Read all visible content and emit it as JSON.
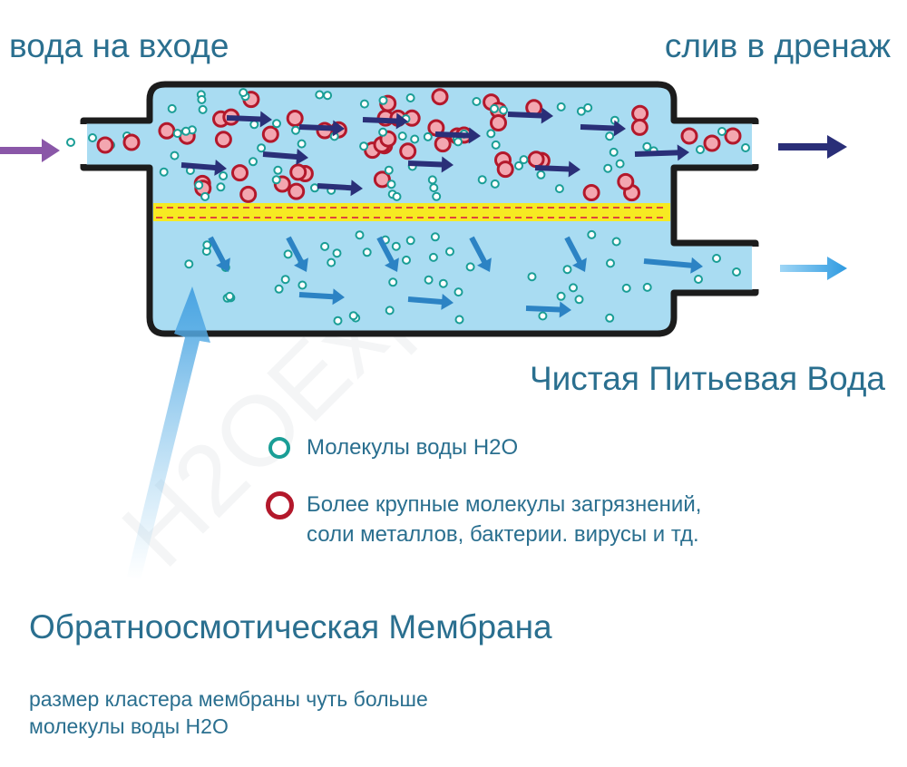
{
  "labels": {
    "water_in": "вода на входе",
    "drain": "слив в дренаж",
    "clean_water": "Чистая Питьевая Вода",
    "membrane": "Обратноосмотическая Мембрана"
  },
  "legend": {
    "water": "Молекулы воды H2O",
    "contaminants_line1": "Более крупные молекулы загрязнений,",
    "contaminants_line2": "соли металлов, бактерии. вирусы и тд."
  },
  "note": {
    "line1": "размер кластера мембраны  чуть больше",
    "line2": "молекулы воды H2O"
  },
  "watermark": "H2OExpert",
  "colors": {
    "text": "#2a6f8f",
    "water_fill": "#a9dcf2",
    "housing": "#1c1c1c",
    "membrane": "#f6ea22",
    "membrane_dash": "#e0463a",
    "water_molecule": "#1a9e96",
    "contaminant": "#b3182b",
    "flow_arrow_dark": "#2a2f78",
    "flow_arrow_light": "#2c83c4",
    "inlet_arrow": "#8a57a8"
  },
  "icons": {
    "water_molecule": "teal-ring-icon",
    "contaminant": "red-ring-icon"
  }
}
